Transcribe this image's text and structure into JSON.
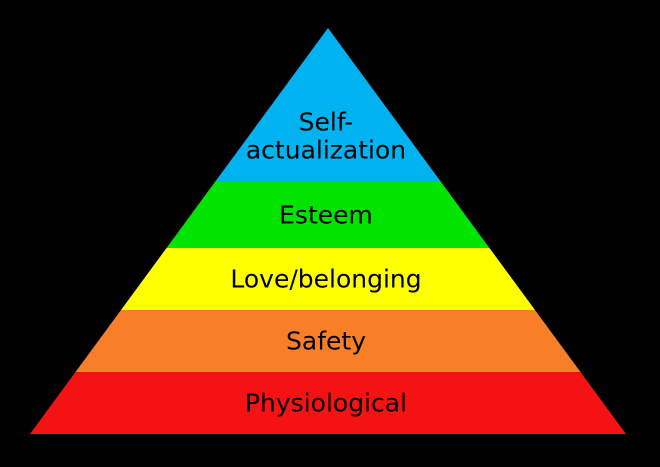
{
  "canvas": {
    "background_color": "#000000"
  },
  "pyramid": {
    "type": "pyramid-diagram",
    "label_color": "#000000",
    "levels": [
      {
        "id": "self-actualization",
        "label": "Self-actualization",
        "lines": [
          "Self-",
          "actualization"
        ],
        "color": "#00B2F0"
      },
      {
        "id": "esteem",
        "label": "Esteem",
        "lines": [
          "Esteem"
        ],
        "color": "#00E400"
      },
      {
        "id": "love-belonging",
        "label": "Love/belonging",
        "lines": [
          "Love/belonging"
        ],
        "color": "#FFFF00"
      },
      {
        "id": "safety",
        "label": "Safety",
        "lines": [
          "Safety"
        ],
        "color": "#F97E28"
      },
      {
        "id": "physiological",
        "label": "Physiological",
        "lines": [
          "Physiological"
        ],
        "color": "#F51212"
      }
    ]
  }
}
